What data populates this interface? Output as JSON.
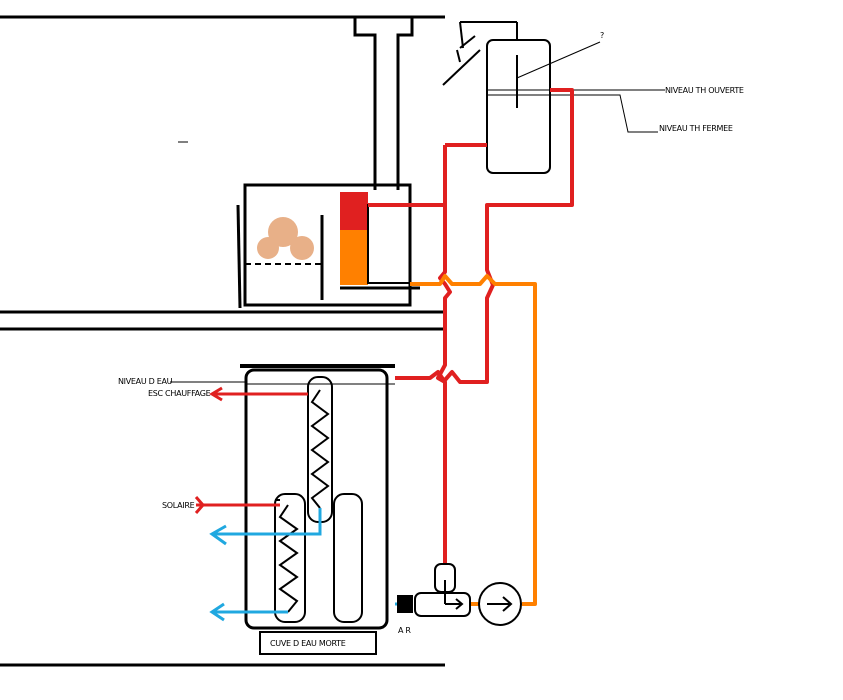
{
  "labels": {
    "question_mark": "?",
    "niveau_th_ouverte": "NIVEAU TH OUVERTE",
    "niveau_th_fermee": "NIVEAU TH FERMEE",
    "niveau_deau": "NIVEAU D EAU",
    "esc_chauffage": "ESC    CHAUFFAGE",
    "solaire": "SOLAIRE",
    "ar": "A R",
    "cuve_deau_morte": "CUVE D EAU MORTE"
  },
  "colors": {
    "hot": "#e02020",
    "warm": "#ff8000",
    "cold": "#20a8e0",
    "logs": "#e8b088",
    "line": "#000000"
  }
}
